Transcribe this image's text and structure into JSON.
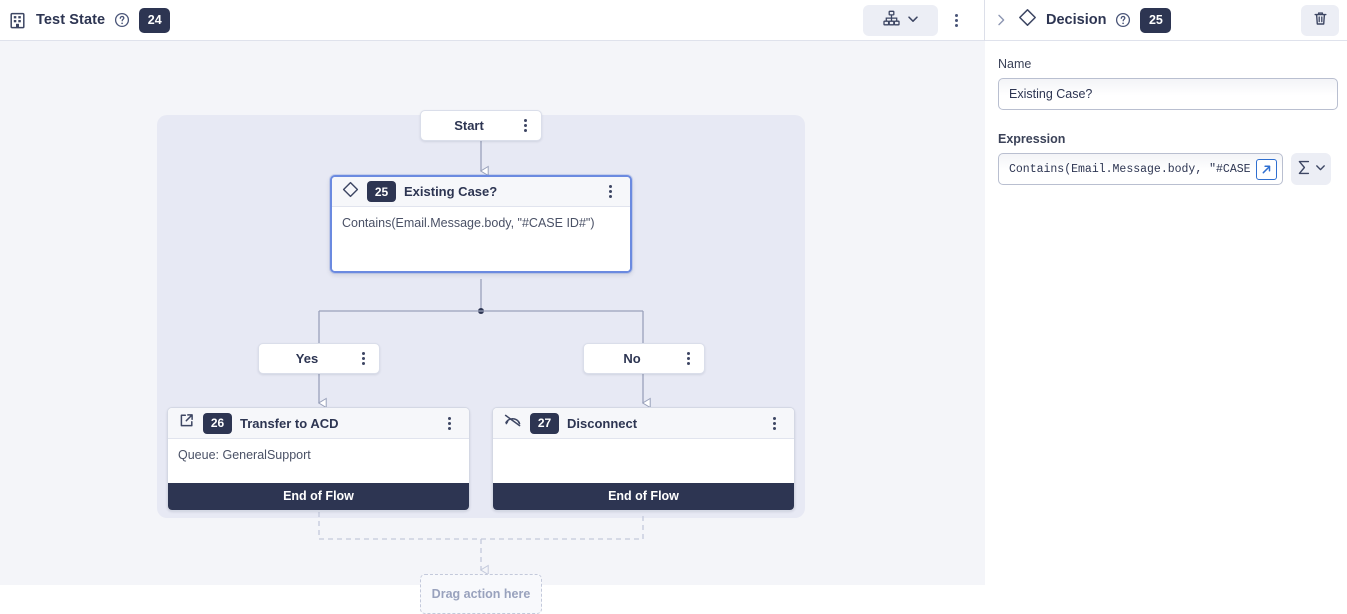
{
  "toolbar": {
    "state_icon": "building-icon",
    "title": "Test State",
    "help_icon": "help-circle-icon",
    "badge": "24",
    "layout_icon": "hierarchy-icon",
    "layout_chevron_icon": "chevron-down-icon",
    "menu_icon": "kebab-menu-icon"
  },
  "canvas": {
    "start": {
      "label": "Start",
      "menu_icon": "kebab-menu-icon"
    },
    "decision": {
      "icon": "diamond-icon",
      "badge": "25",
      "title": "Existing Case?",
      "expression": "Contains(Email.Message.body, \"#CASE ID#\")",
      "menu_icon": "kebab-menu-icon",
      "selected_border": "#6b8ae0"
    },
    "branch_yes": {
      "label": "Yes",
      "menu_icon": "kebab-menu-icon"
    },
    "branch_no": {
      "label": "No",
      "menu_icon": "kebab-menu-icon"
    },
    "transfer": {
      "icon": "external-link-icon",
      "badge": "26",
      "title": "Transfer to ACD",
      "body": "Queue: GeneralSupport",
      "footer": "End of Flow",
      "menu_icon": "kebab-menu-icon"
    },
    "disconnect": {
      "icon": "hangup-icon",
      "badge": "27",
      "title": "Disconnect",
      "body": "",
      "footer": "End of Flow",
      "menu_icon": "kebab-menu-icon"
    },
    "dropzone": {
      "label": "Drag action here"
    }
  },
  "panel": {
    "expand_icon": "chevron-right-icon",
    "type_icon": "diamond-icon",
    "title": "Decision",
    "help_icon": "help-circle-icon",
    "badge": "25",
    "delete_icon": "trash-icon",
    "name_label": "Name",
    "name_value": "Existing Case?",
    "expression_label": "Expression",
    "expression_value": "Contains(Email.Message.body, \"#CASE :",
    "expression_open_icon": "open-external-icon",
    "sigma_icon": "sigma-icon",
    "sigma_chevron_icon": "chevron-down-icon"
  },
  "colors": {
    "badge_bg": "#2d3552",
    "footer_bg": "#2d3552",
    "selection": "#6b8ae0",
    "canvas_bg": "#f4f5f9",
    "container_bg": "#e7e9f4"
  }
}
